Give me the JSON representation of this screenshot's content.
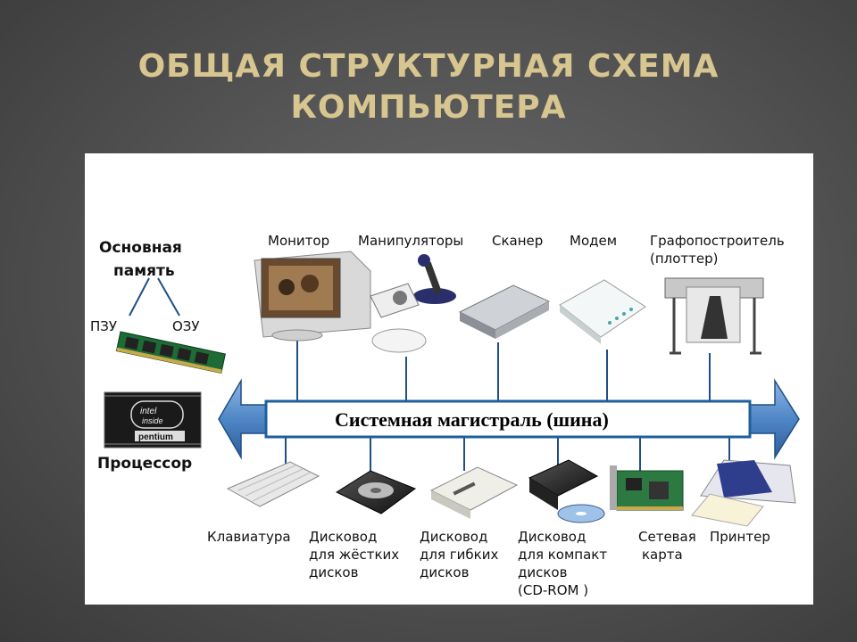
{
  "slide": {
    "title_line1": "ОБЩАЯ СТРУКТУРНАЯ СХЕМА",
    "title_line2": "КОМПЬЮТЕРА"
  },
  "memory": {
    "title_line1": "Основная",
    "title_line2": "память",
    "rom": "ПЗУ",
    "ram": "ОЗУ"
  },
  "cpu": {
    "chip_text_1": "intel",
    "chip_text_2": "inside",
    "chip_text_3": "pentium",
    "label": "Процессор"
  },
  "bus": {
    "label": "Системная магистраль (шина)"
  },
  "top_devices": {
    "monitor": "Монитор",
    "manipulators": "Манипуляторы",
    "scanner": "Сканер",
    "modem": "Модем",
    "plotter_line1": "Графопостроитель",
    "plotter_line2": "(плоттер)"
  },
  "bottom_devices": {
    "keyboard": "Клавиатура",
    "hdd_line1": "Дисковод",
    "hdd_line2": "для жёстких",
    "hdd_line3": "дисков",
    "fdd_line1": "Дисковод",
    "fdd_line2": "для гибких",
    "fdd_line3": "дисков",
    "cd_line1": "Дисковод",
    "cd_line2": "для компакт",
    "cd_line3": "дисков",
    "cd_line4": "(CD-ROM )",
    "net_line1": "Сетевая",
    "net_line2": "карта",
    "printer": "Принтер"
  },
  "colors": {
    "title": "#d8c690",
    "bus_fill": "#ffffff",
    "bus_stroke": "#1f5f9e",
    "arrow_fill": "#4f86c6"
  }
}
